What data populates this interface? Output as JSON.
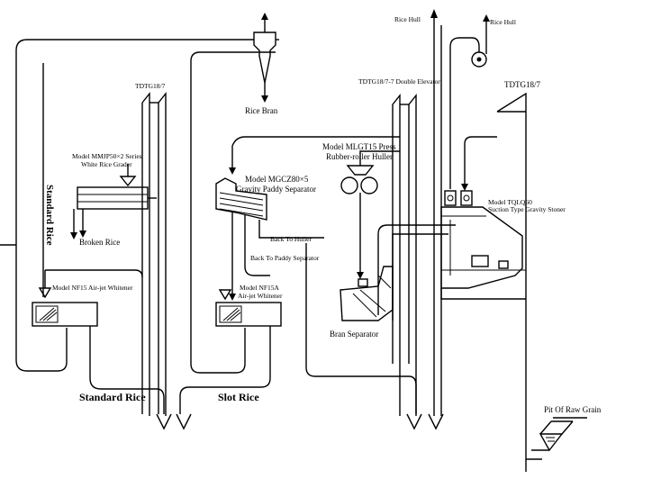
{
  "labels": {
    "rice_hull_1": "Rice Hull",
    "rice_hull_2": "Rice Hull",
    "rice_bran": "Rice Bran",
    "tdtg_left": "TDTG18/7",
    "tdtg_double": "TDTG18/7-7 Double Elevator",
    "tdtg_right": "TDTG18/7",
    "grader_l1": "Model MMJP50×2 Series",
    "grader_l2": "White Rice Grader",
    "standard_rice_vertical": "Standard Rice",
    "broken_rice": "Broken Rice",
    "whitener_nf15": "Model NF15 Air-jet Whitener",
    "gravity_l1": "Model MGCZ80×5",
    "gravity_l2": "Gravity Paddy Separator",
    "back_to_huller": "Back To Huller",
    "back_to_paddy": "Back To Paddy Separator",
    "whitener_nf15a_l1": "Model NF15A",
    "whitener_nf15a_l2": "Air-jet Whitener",
    "huller_l1": "Model MLGT15 Press",
    "huller_l2": "Rubber-roller Huller",
    "bran_separator": "Bran Separator",
    "stoner_l1": "Model TQLQ60",
    "stoner_l2": "Suction Type Gravity Stoner",
    "standard_rice_bottom": "Standard Rice",
    "slot_rice": "Slot Rice",
    "pit_raw_grain": "Pit Of Raw Grain"
  }
}
